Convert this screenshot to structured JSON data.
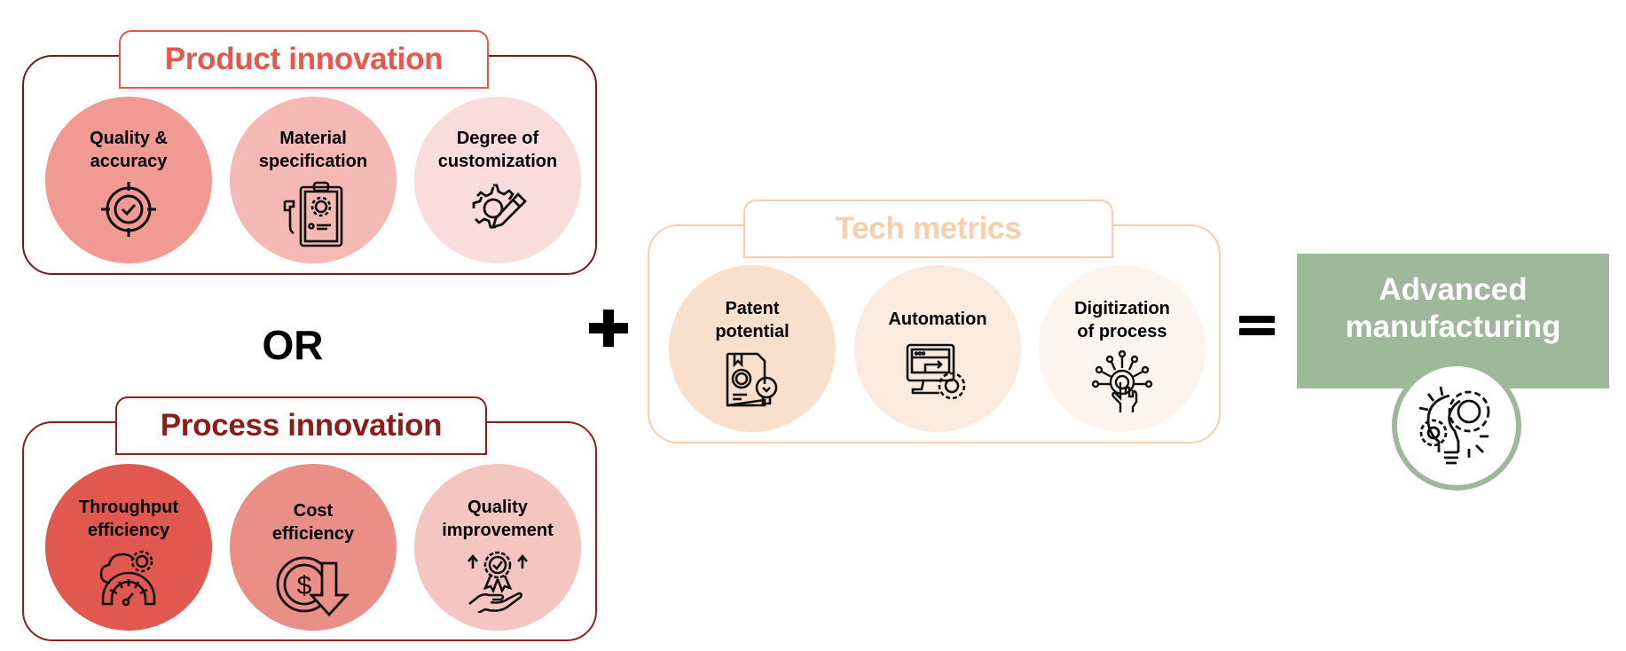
{
  "colors": {
    "product_title": "#e8574e",
    "product_border": "#6b1e1e",
    "process_title": "#8b1d1d",
    "process_border": "#8b2020",
    "tech_title": "#f5cfae",
    "tech_border": "#f5cfae",
    "result_green": "#9fb89b"
  },
  "product_innovation": {
    "title": "Product innovation",
    "items": [
      {
        "label_line1": "Quality &",
        "label_line2": "accuracy",
        "icon": "target-check-icon",
        "fill": "#f19a93"
      },
      {
        "label_line1": "Material",
        "label_line2": "specification",
        "icon": "clipboard-gear-wrench-icon",
        "fill": "#f5b9b5"
      },
      {
        "label_line1": "Degree of",
        "label_line2": "customization",
        "icon": "gear-pencil-icon",
        "fill": "#fadcda"
      }
    ]
  },
  "or_label": "OR",
  "process_innovation": {
    "title": "Process innovation",
    "items": [
      {
        "label_line1": "Throughput",
        "label_line2": "efficiency",
        "icon": "cloud-gear-gauge-icon",
        "fill": "#e05850"
      },
      {
        "label_line1": "Cost",
        "label_line2": "efficiency",
        "icon": "dollar-down-arrow-icon",
        "fill": "#ea8e88"
      },
      {
        "label_line1": "Quality",
        "label_line2": "improvement",
        "icon": "award-hand-arrows-icon",
        "fill": "#f5c5c2"
      }
    ]
  },
  "plus_label": "+",
  "tech_metrics": {
    "title": "Tech metrics",
    "items": [
      {
        "label_line1": "Patent",
        "label_line2": "potential",
        "icon": "patent-document-bulb-icon",
        "fill": "#f9e0cd"
      },
      {
        "label_line1": "Automation",
        "label_line2": "",
        "icon": "monitor-gear-icon",
        "fill": "#fbebdf"
      },
      {
        "label_line1": "Digitization",
        "label_line2": "of process",
        "icon": "digital-touch-network-icon",
        "fill": "#fcf4ed"
      }
    ]
  },
  "equals_label": "=",
  "result": {
    "line1": "Advanced",
    "line2": "manufacturing",
    "icon": "bulb-gears-icon"
  }
}
